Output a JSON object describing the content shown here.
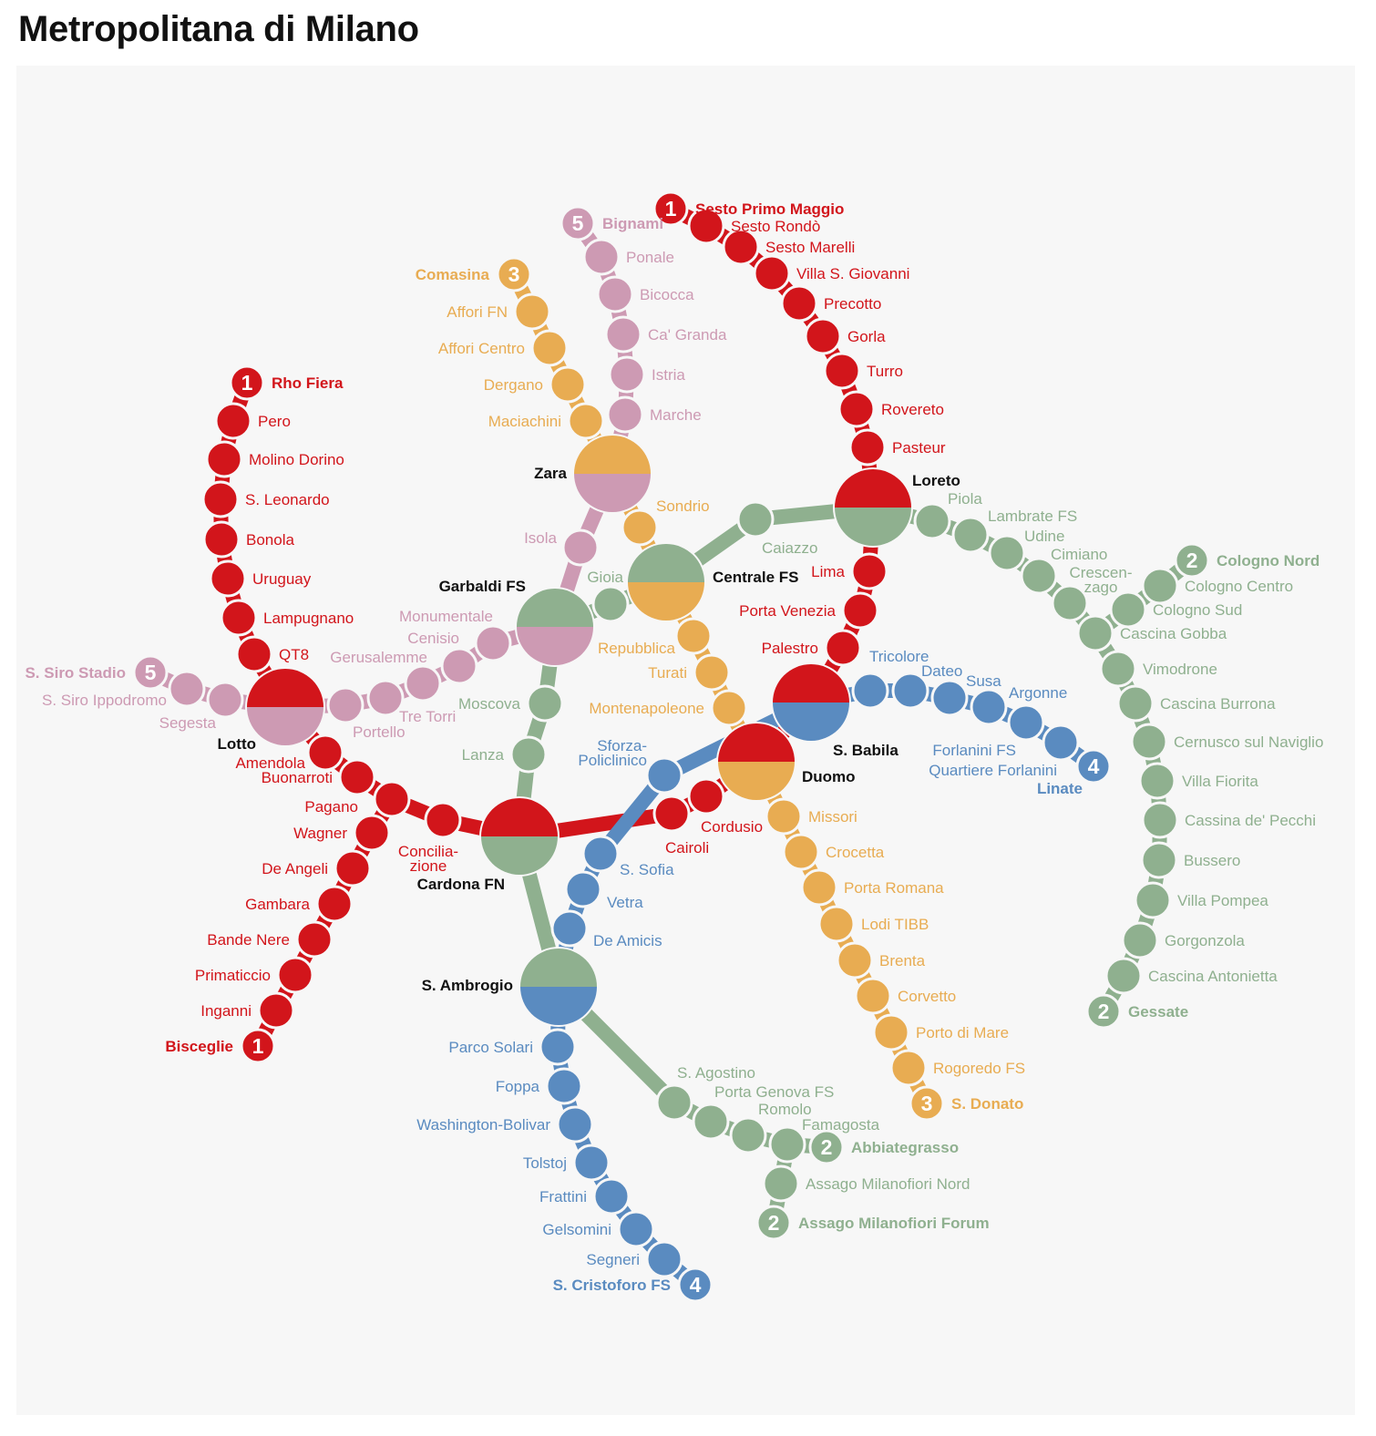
{
  "title": "Metropolitana di Milano",
  "colors": {
    "1": "#d2151b",
    "2": "#8fb08f",
    "3": "#e8ac52",
    "4": "#5a8bc0",
    "5": "#cd9ab3",
    "background": "#f7f7f7"
  },
  "interchanges": [
    {
      "name": "Zara",
      "top": "3",
      "bottom": "5"
    },
    {
      "name": "Centrale FS",
      "top": "2",
      "bottom": "3"
    },
    {
      "name": "Garbaldi FS",
      "top": "2",
      "bottom": "5"
    },
    {
      "name": "Loreto",
      "top": "1",
      "bottom": "2"
    },
    {
      "name": "S. Babila",
      "top": "1",
      "bottom": "4"
    },
    {
      "name": "Duomo",
      "top": "1",
      "bottom": "3"
    },
    {
      "name": "Cardona FN",
      "top": "1",
      "bottom": "2"
    },
    {
      "name": "Lotto",
      "top": "1",
      "bottom": "5"
    },
    {
      "name": "S. Ambrogio",
      "top": "2",
      "bottom": "4"
    }
  ],
  "lines": [
    {
      "number": "1",
      "termini": [
        "Sesto Primo Maggio",
        "Rho Fiera",
        "Bisceglie"
      ],
      "branches": [
        [
          "Sesto Primo Maggio",
          "Sesto Rondò",
          "Sesto Marelli",
          "Villa S. Giovanni",
          "Precotto",
          "Gorla",
          "Turro",
          "Rovereto",
          "Pasteur",
          "Loreto",
          "Lima",
          "Porta Venezia",
          "Palestro",
          "S. Babila",
          "Duomo",
          "Cordusio",
          "Cairoli",
          "Cardona FN",
          "Concilia-zione",
          "Pagano",
          "Buonarroti",
          "Amendola",
          "Lotto",
          "QT8",
          "Lampugnano",
          "Uruguay",
          "Bonola",
          "S. Leonardo",
          "Molino Dorino",
          "Pero",
          "Rho Fiera"
        ],
        [
          "Pagano",
          "Wagner",
          "De Angeli",
          "Gambara",
          "Bande Nere",
          "Primaticcio",
          "Inganni",
          "Bisceglie"
        ]
      ]
    },
    {
      "number": "2",
      "termini": [
        "Cologno Nord",
        "Gessate",
        "Abbiategrasso",
        "Assago Milanofiori Forum"
      ],
      "branches": [
        [
          "Cologno Nord",
          "Cologno Centro",
          "Cologno Sud",
          "Cascina Gobba",
          "Crescen-zago",
          "Cimiano",
          "Udine",
          "Lambrate FS",
          "Piola",
          "Loreto",
          "Caiazzo",
          "Centrale FS",
          "Gioia",
          "Garbaldi FS",
          "Moscova",
          "Lanza",
          "Cardona FN",
          "S. Ambrogio",
          "S. Agostino",
          "Porta Genova FS",
          "Romolo",
          "Famagosta",
          "Abbiategrasso"
        ],
        [
          "Famagosta",
          "Assago Milanofiori Nord",
          "Assago Milanofiori Forum"
        ],
        [
          "Cascina Gobba",
          "Vimodrone",
          "Cascina Burrona",
          "Cernusco sul Naviglio",
          "Villa Fiorita",
          "Cassina de' Pecchi",
          "Bussero",
          "Villa Pompea",
          "Gorgonzola",
          "Cascina Antonietta",
          "Gessate"
        ]
      ]
    },
    {
      "number": "3",
      "termini": [
        "Comasina",
        "S. Donato"
      ],
      "branches": [
        [
          "Comasina",
          "Affori FN",
          "Affori Centro",
          "Dergano",
          "Maciachini",
          "Zara",
          "Sondrio",
          "Centrale FS",
          "Repubblica",
          "Turati",
          "Montenapoleone",
          "Duomo",
          "Missori",
          "Crocetta",
          "Porta Romana",
          "Lodi TIBB",
          "Brenta",
          "Corvetto",
          "Porto di Mare",
          "Rogoredo FS",
          "S. Donato"
        ]
      ]
    },
    {
      "number": "4",
      "termini": [
        "Linate",
        "S. Cristoforo FS"
      ],
      "branches": [
        [
          "Linate",
          "Quartiere Forlanini",
          "Forlanini FS",
          "Argonne",
          "Susa",
          "Dateo",
          "Tricolore",
          "S. Babila",
          "Sforza-Policlinico",
          "S. Sofia",
          "Vetra",
          "De Amicis",
          "S. Ambrogio",
          "Parco Solari",
          "Foppa",
          "Washington-Bolivar",
          "Tolstoj",
          "Frattini",
          "Gelsomini",
          "Segneri",
          "S. Cristoforo FS"
        ]
      ]
    },
    {
      "number": "5",
      "termini": [
        "Bignami",
        "S. Siro Stadio"
      ],
      "branches": [
        [
          "Bignami",
          "Ponale",
          "Bicocca",
          "Ca' Granda",
          "Istria",
          "Marche",
          "Zara",
          "Isola",
          "Garbaldi FS",
          "Monumentale",
          "Cenisio",
          "Gerusalemme",
          "Tre Torri",
          "Portello",
          "Lotto",
          "Segesta",
          "S. Siro Ippodromo",
          "S. Siro Stadio"
        ]
      ]
    }
  ]
}
